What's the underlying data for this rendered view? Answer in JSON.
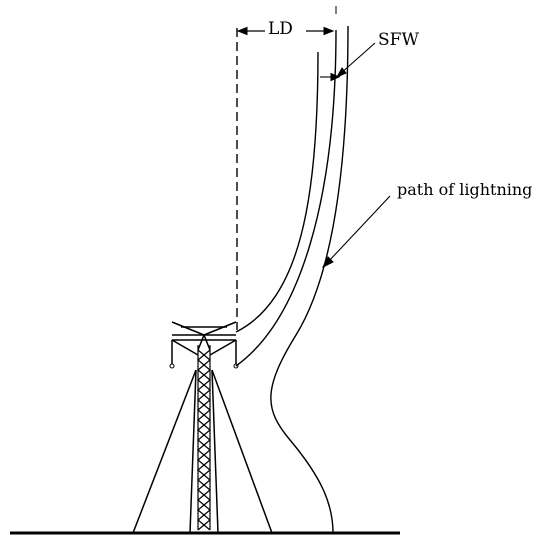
{
  "labels": {
    "ld": "LD",
    "sfw": "SFW",
    "path": "path of lightning"
  },
  "colors": {
    "stroke": "#000000",
    "background": "#ffffff"
  }
}
